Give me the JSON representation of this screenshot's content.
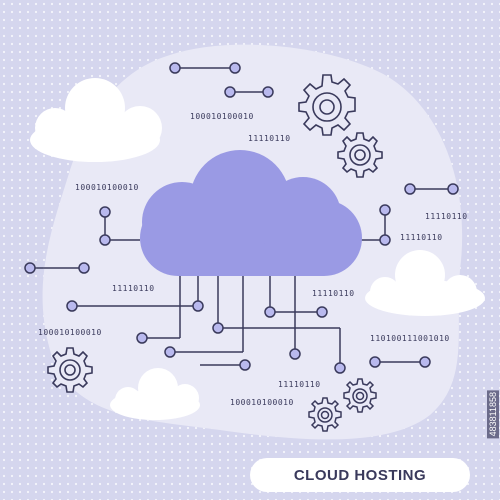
{
  "title": "CLOUD HOSTING",
  "stock_id": "483811858",
  "binary": {
    "b1": "100010100010",
    "b2": "11110110",
    "b3": "100010100010",
    "b4": "11110110",
    "b5": "11110110",
    "b6": "11110110",
    "b7": "11110110",
    "b8": "100010100010",
    "b9": "110100111001010",
    "b10": "11110110",
    "b11": "100010100010"
  },
  "colors": {
    "background": "#d5d6ee",
    "blob": "#e9e9f6",
    "cloud_main": "#9a9ae4",
    "cloud_white": "#ffffff",
    "line": "#3a3a5c",
    "node_fill": "#b9b9ee"
  }
}
